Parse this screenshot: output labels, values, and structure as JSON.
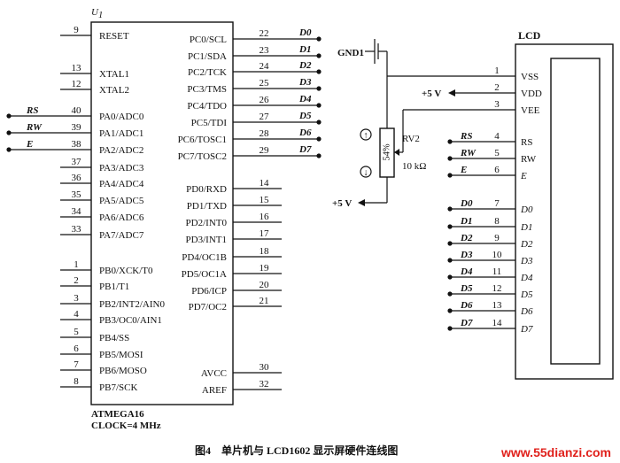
{
  "mcu": {
    "ref": "U",
    "ref_sub": "1",
    "part": "ATMEGA16",
    "clock": "CLOCK=4 MHz",
    "left_pins": [
      {
        "num": "9",
        "name": "RESET",
        "net": ""
      },
      {
        "num": "13",
        "name": "XTAL1",
        "net": ""
      },
      {
        "num": "12",
        "name": "XTAL2",
        "net": ""
      },
      {
        "num": "40",
        "name": "PA0/ADC0",
        "net": "RS"
      },
      {
        "num": "39",
        "name": "PA1/ADC1",
        "net": "RW"
      },
      {
        "num": "38",
        "name": "PA2/ADC2",
        "net": "E"
      },
      {
        "num": "37",
        "name": "PA3/ADC3",
        "net": ""
      },
      {
        "num": "36",
        "name": "PA4/ADC4",
        "net": ""
      },
      {
        "num": "35",
        "name": "PA5/ADC5",
        "net": ""
      },
      {
        "num": "34",
        "name": "PA6/ADC6",
        "net": ""
      },
      {
        "num": "33",
        "name": "PA7/ADC7",
        "net": ""
      },
      {
        "num": "1",
        "name": "PB0/XCK/T0",
        "net": ""
      },
      {
        "num": "2",
        "name": "PB1/T1",
        "net": ""
      },
      {
        "num": "3",
        "name": "PB2/INT2/AIN0",
        "net": ""
      },
      {
        "num": "4",
        "name": "PB3/OC0/AIN1",
        "net": ""
      },
      {
        "num": "5",
        "name": "PB4/SS",
        "net": ""
      },
      {
        "num": "6",
        "name": "PB5/MOSI",
        "net": ""
      },
      {
        "num": "7",
        "name": "PB6/MOSO",
        "net": ""
      },
      {
        "num": "8",
        "name": "PB7/SCK",
        "net": ""
      }
    ],
    "right_pins": [
      {
        "num": "22",
        "name": "PC0/SCL",
        "net": "D0"
      },
      {
        "num": "23",
        "name": "PC1/SDA",
        "net": "D1"
      },
      {
        "num": "24",
        "name": "PC2/TCK",
        "net": "D2"
      },
      {
        "num": "25",
        "name": "PC3/TMS",
        "net": "D3"
      },
      {
        "num": "26",
        "name": "PC4/TDO",
        "net": "D4"
      },
      {
        "num": "27",
        "name": "PC5/TDI",
        "net": "D5"
      },
      {
        "num": "28",
        "name": "PC6/TOSC1",
        "net": "D6"
      },
      {
        "num": "29",
        "name": "PC7/TOSC2",
        "net": "D7"
      },
      {
        "num": "14",
        "name": "PD0/RXD",
        "net": ""
      },
      {
        "num": "15",
        "name": "PD1/TXD",
        "net": ""
      },
      {
        "num": "16",
        "name": "PD2/INT0",
        "net": ""
      },
      {
        "num": "17",
        "name": "PD3/INT1",
        "net": ""
      },
      {
        "num": "18",
        "name": "PD4/OC1B",
        "net": ""
      },
      {
        "num": "19",
        "name": "PD5/OC1A",
        "net": ""
      },
      {
        "num": "20",
        "name": "PD6/ICP",
        "net": ""
      },
      {
        "num": "21",
        "name": "PD7/OC2",
        "net": ""
      },
      {
        "num": "30",
        "name": "AVCC",
        "net": ""
      },
      {
        "num": "32",
        "name": "AREF",
        "net": ""
      }
    ]
  },
  "lcd": {
    "title": "LCD",
    "pins": [
      {
        "num": "1",
        "name": "VSS",
        "net": "GND1"
      },
      {
        "num": "2",
        "name": "VDD",
        "net": "+5 V"
      },
      {
        "num": "3",
        "name": "VEE",
        "net": ""
      },
      {
        "num": "4",
        "name": "RS",
        "net": "RS"
      },
      {
        "num": "5",
        "name": "RW",
        "net": "RW"
      },
      {
        "num": "6",
        "name": "E",
        "net": "E"
      },
      {
        "num": "7",
        "name": "D0",
        "net": "D0"
      },
      {
        "num": "8",
        "name": "D1",
        "net": "D1"
      },
      {
        "num": "9",
        "name": "D2",
        "net": "D2"
      },
      {
        "num": "10",
        "name": "D3",
        "net": "D3"
      },
      {
        "num": "11",
        "name": "D4",
        "net": "D4"
      },
      {
        "num": "12",
        "name": "D5",
        "net": "D5"
      },
      {
        "num": "13",
        "name": "D6",
        "net": "D6"
      },
      {
        "num": "14",
        "name": "D7",
        "net": "D7"
      }
    ]
  },
  "power": {
    "gnd_label": "GND1",
    "vcc_label_1": "+5 V",
    "vcc_label_2": "+5 V"
  },
  "pot": {
    "ref": "RV2",
    "value": "10 kΩ",
    "setting": "54%",
    "up_arrow": "↑",
    "down_arrow": "↓"
  },
  "caption": "图4　单片机与 LCD1602 显示屏硬件连线图",
  "watermark": "www.55dianzi.com",
  "watermark_color": "#e0201b"
}
